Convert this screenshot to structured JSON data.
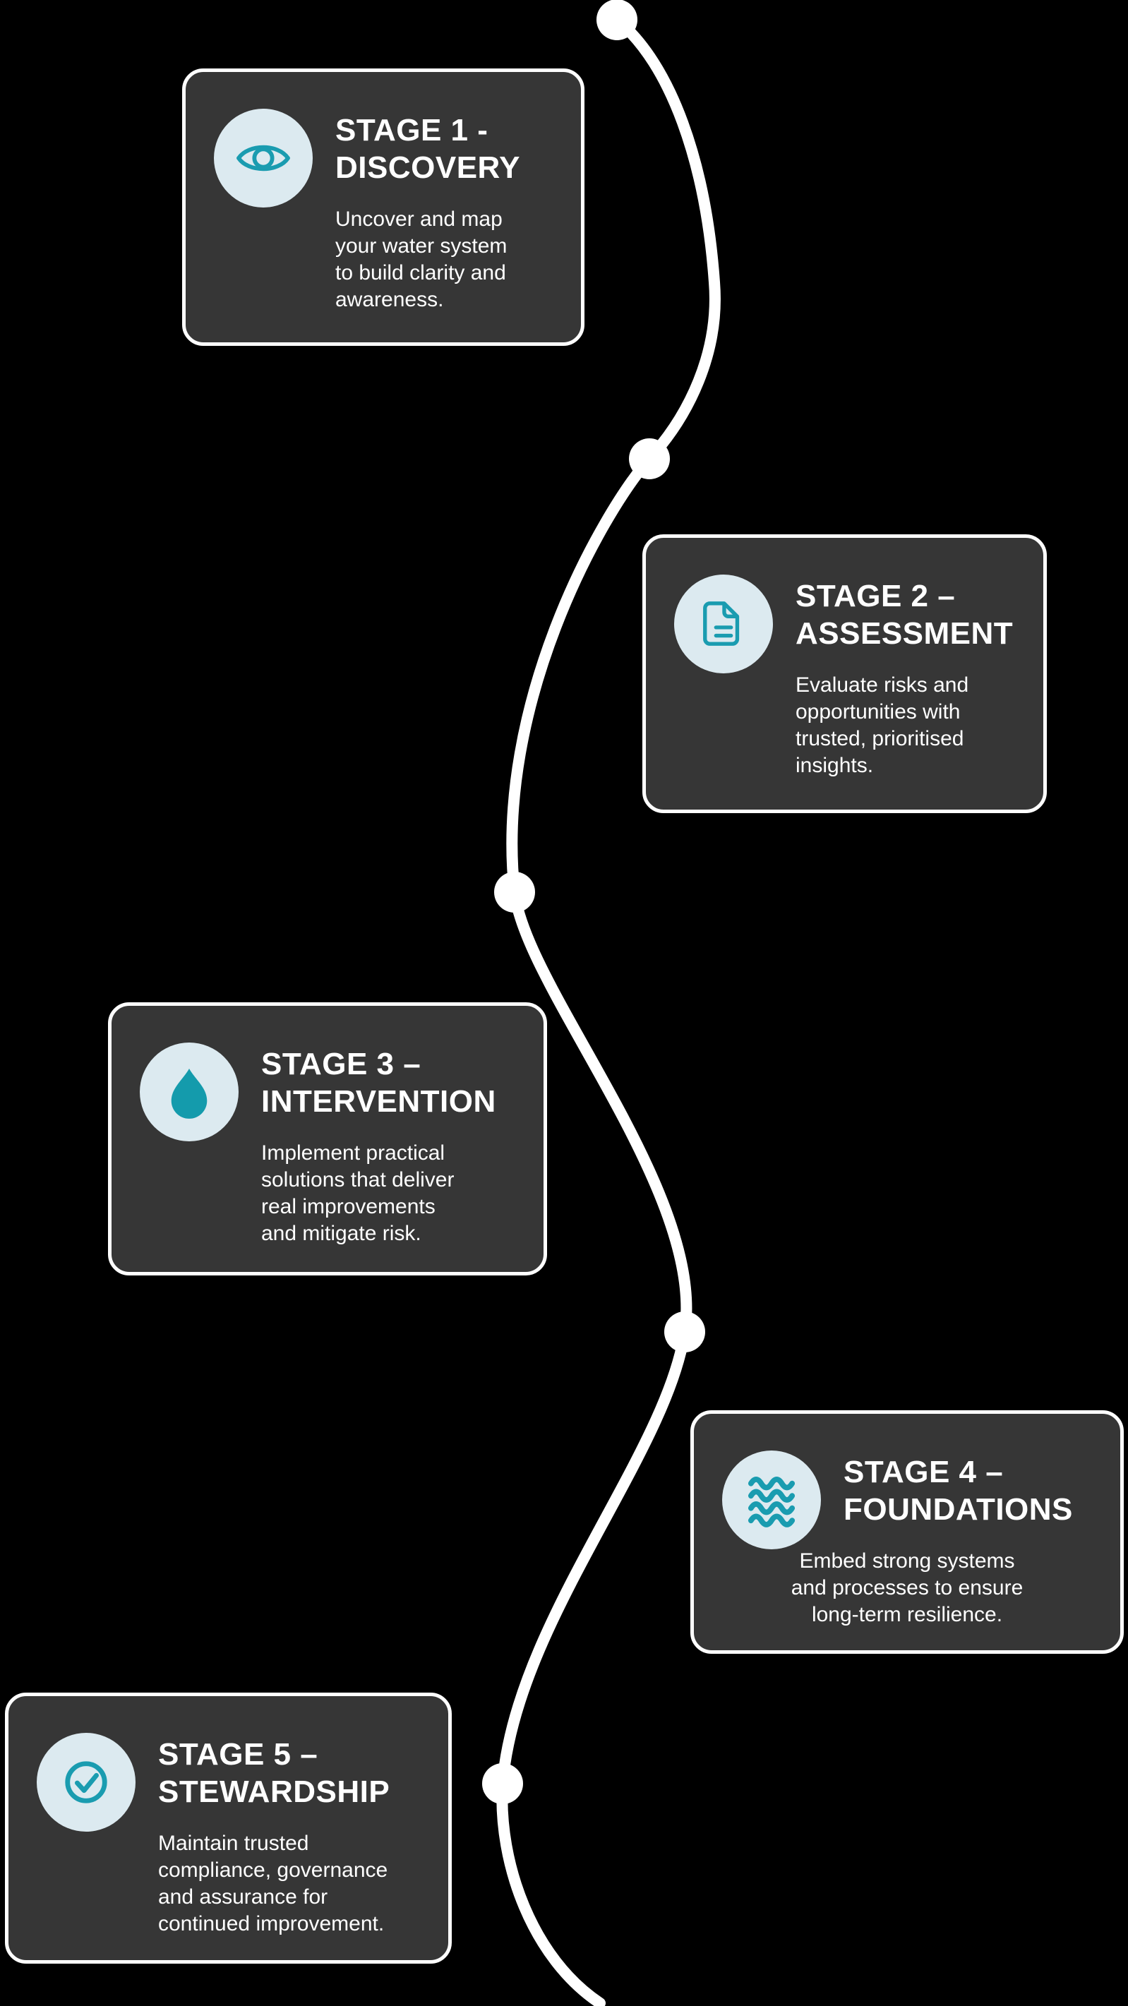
{
  "theme": {
    "background": "#000000",
    "card_bg": "#363636",
    "card_border": "#ffffff",
    "icon_circle_bg": "#dceaf0",
    "accent_teal": "#1a9cb0",
    "curve_color": "#ffffff",
    "text_color": "#ffffff"
  },
  "stages": [
    {
      "icon": "eye-icon",
      "title": "STAGE 1 -\nDISCOVERY",
      "description": "Uncover and map\nyour water system\nto build clarity and\nawareness."
    },
    {
      "icon": "document-icon",
      "title": "STAGE 2 –\nASSESSMENT",
      "description": "Evaluate risks and\nopportunities with\ntrusted, prioritised\ninsights."
    },
    {
      "icon": "water-drop-icon",
      "title": "STAGE 3 –\nINTERVENTION",
      "description": "Implement practical\nsolutions that deliver\nreal improvements\nand mitigate risk."
    },
    {
      "icon": "waves-icon",
      "title": "STAGE 4 –\nFOUNDATIONS",
      "description": "Embed strong systems\nand processes to ensure\nlong-term resilience."
    },
    {
      "icon": "check-circle-icon",
      "title": "STAGE 5 –\nSTEWARDSHIP",
      "description": "Maintain trusted\ncompliance, governance\nand assurance for\ncontinued improvement."
    }
  ]
}
